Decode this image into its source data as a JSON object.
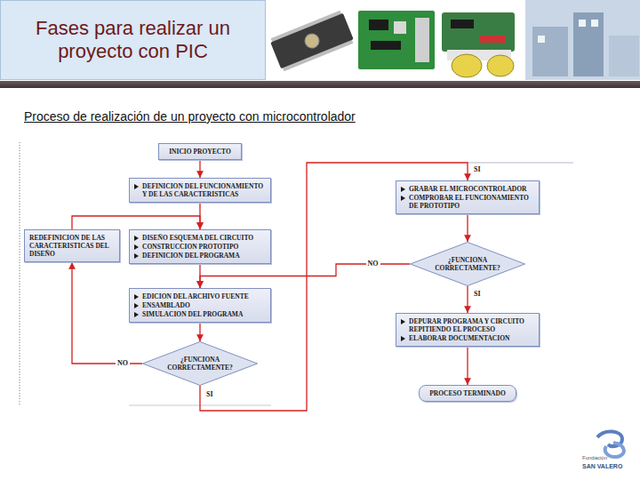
{
  "diagram": {
    "title": "Fases para realizar un proyecto con PIC",
    "nodes": [
      {
        "text": [
          "INICIO PROYECTO"
        ]
      },
      {
        "text": [
          "DEFINICION DEL FUNCIONAMIENTO Y DE LAS CARACTERISTICAS"
        ]
      },
      {
        "text": [
          "REDEFINICION DE LAS CARACTERISTICAS DEL DISEÑO"
        ]
      },
      {
        "text": [
          "DISEÑO ESQUEMA DEL CIRCUITO",
          "CONSTRUCCION PROTOTIPO",
          "DEFINICION DEL PROGRAMA"
        ]
      },
      {
        "text": [
          "EDICION DEL ARCHIVO FUENTE",
          "ENSAMBLADO",
          "SIMULACION DEL PROGRAMA"
        ]
      },
      {
        "text": [
          "¿FUNCIONA CORRECTAMENTE?"
        ]
      },
      {
        "text": [
          "GRABAR EL MICROCONTROLADOR",
          "COMPROBAR EL FUNCIONAMIENTO DE PROTOTIPO"
        ]
      },
      {
        "text": [
          "¿FUNCIONA CORRECTAMENTE?"
        ]
      },
      {
        "text": [
          "DEPURAR PROGRAMA Y CIRCUITO REPITIENDO EL PROCESO",
          "ELABORAR DOCUMENTACION"
        ]
      },
      {
        "text": [
          "PROCESO TERMINADO"
        ]
      }
    ],
    "edges": [
      {
        "from": 0,
        "to": 1,
        "arrow": "to"
      },
      {
        "from": 1,
        "to": 3,
        "arrow": "to"
      },
      {
        "from": 2,
        "to": 3,
        "arrow": "to"
      },
      {
        "from": 3,
        "to": 4,
        "arrow": "to"
      },
      {
        "from": 4,
        "to": 5,
        "arrow": "to"
      },
      {
        "from": 5,
        "to": 2,
        "label": "NO",
        "arrow": "to"
      },
      {
        "from": 5,
        "to": 6,
        "label": "SI",
        "arrow": "to"
      },
      {
        "from": 6,
        "to": 7,
        "arrow": "to"
      },
      {
        "from": 7,
        "to": 4,
        "label": "NO",
        "arrow": "to"
      },
      {
        "from": 7,
        "to": 8,
        "label": "SI",
        "arrow": "to"
      },
      {
        "from": 8,
        "to": 9,
        "arrow": "to"
      }
    ],
    "labels": [
      "Proceso de realización de un proyecto con microcontrolador",
      "SI",
      "Fundación",
      "SAN VALERO"
    ]
  }
}
